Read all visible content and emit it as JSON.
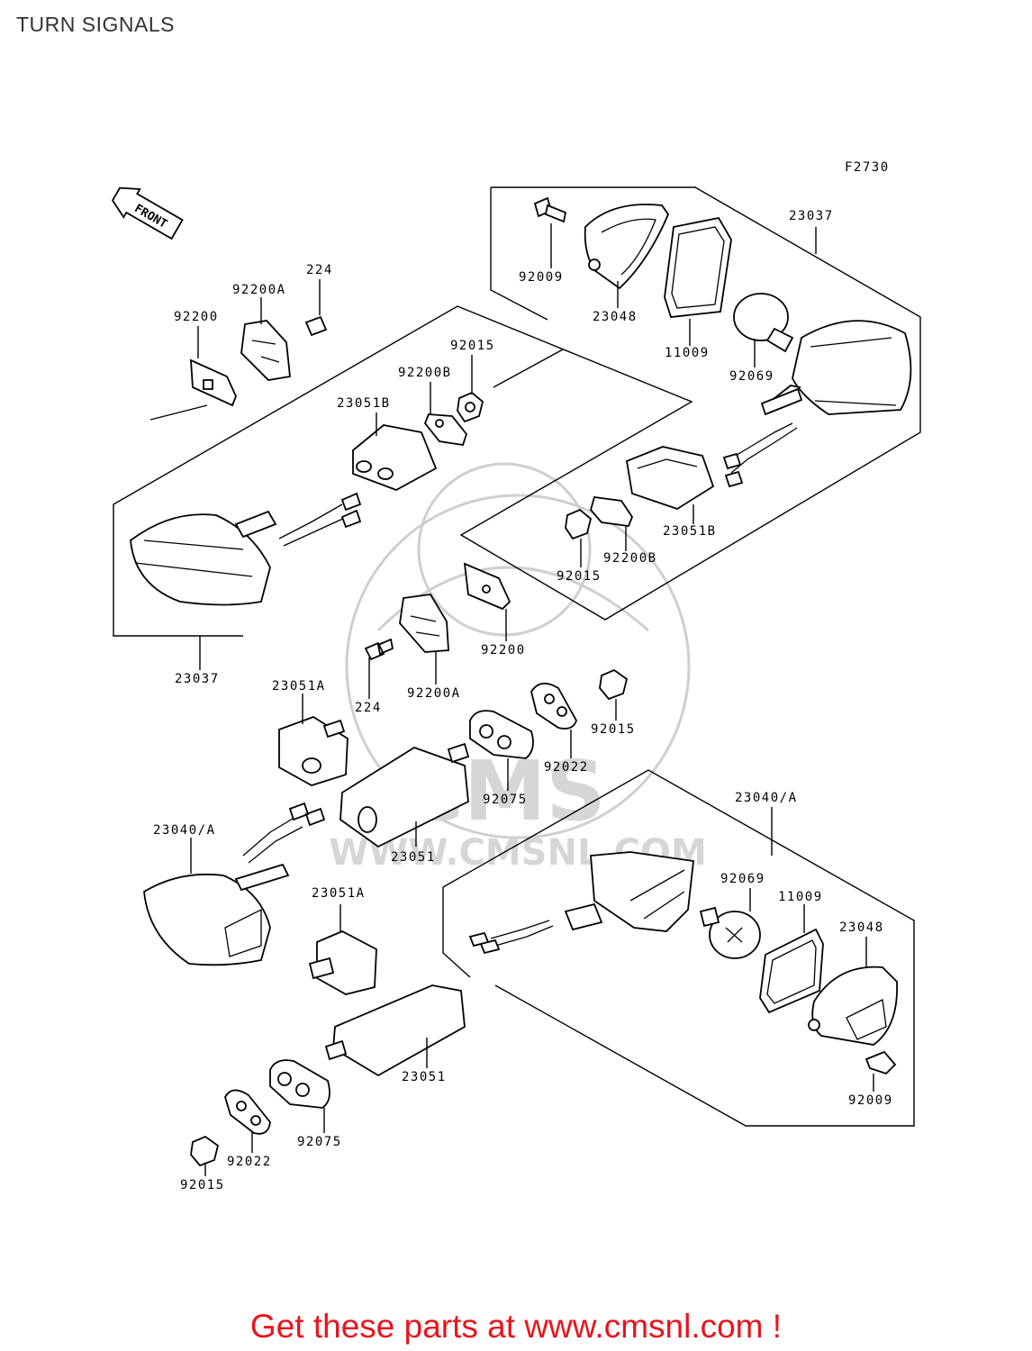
{
  "header": {
    "title": "TURN SIGNALS"
  },
  "figure_code": "F2730",
  "front_marker": "FRONT",
  "watermark": {
    "brand": "CMS",
    "url": "WWW.CMSNL.COM"
  },
  "footer": {
    "cta": "Get these parts at www.cmsnl.com !"
  },
  "parts": {
    "a23037_r": "23037",
    "a92009_t": "92009",
    "a23048_t": "23048",
    "a11009_t": "11009",
    "a92069_t": "92069",
    "a224_t": "224",
    "a92200A_t": "92200A",
    "a92200_t": "92200",
    "a92015_t": "92015",
    "a92200B_t": "92200B",
    "a23051B_l": "23051B",
    "a23051B_r": "23051B",
    "a92200B_r": "92200B",
    "a92015_r": "92015",
    "a23037_l": "23037",
    "a92200_m": "92200",
    "a224_m": "224",
    "a92200A_m": "92200A",
    "a23051A_u": "23051A",
    "a92015_m": "92015",
    "a92022_m": "92022",
    "a92075_m": "92075",
    "a23051_u": "23051",
    "a23040_l": "23040/A",
    "a23040_r": "23040/A",
    "a92069_b": "92069",
    "a11009_b": "11009",
    "a23048_b": "23048",
    "a23051A_l": "23051A",
    "a23051_l": "23051",
    "a92009_b": "92009",
    "a92075_l": "92075",
    "a92022_l": "92022",
    "a92015_l": "92015"
  }
}
